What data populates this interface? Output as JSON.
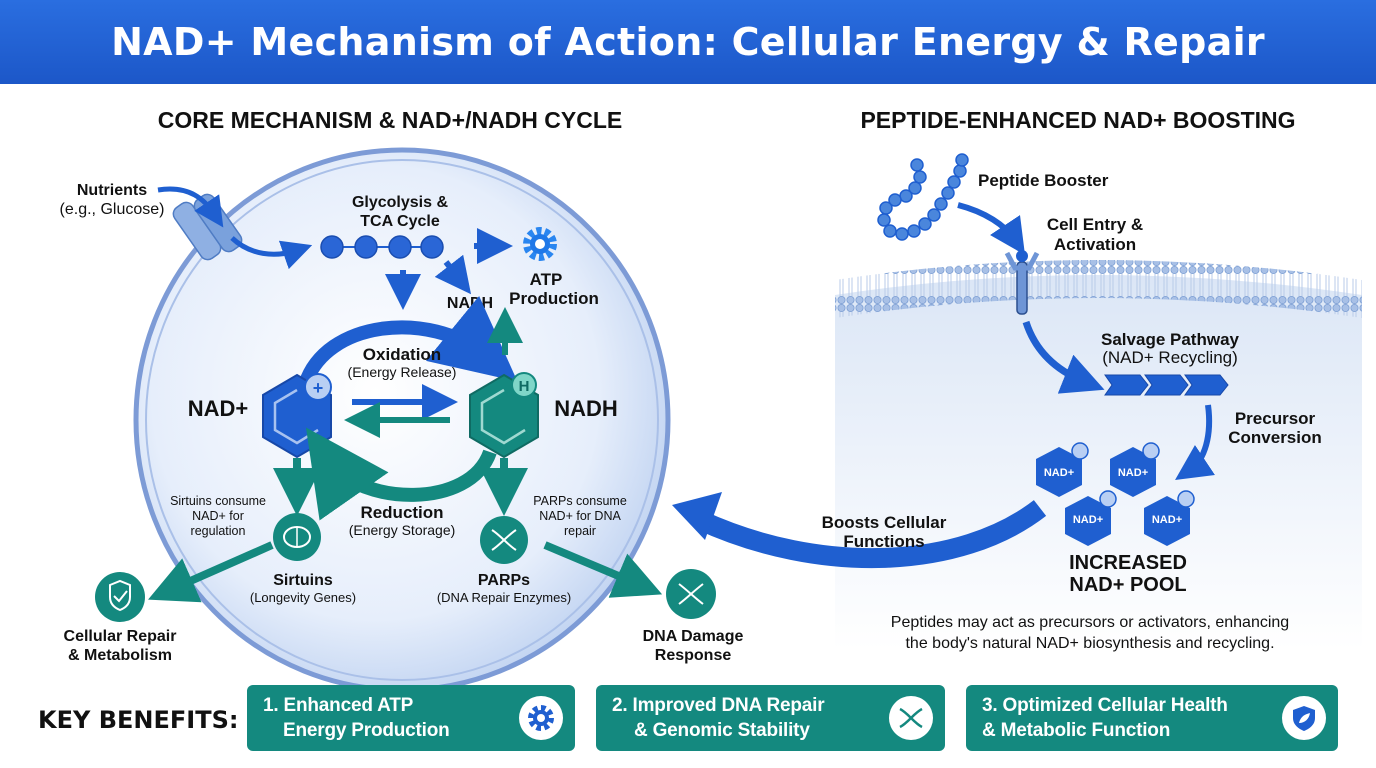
{
  "title": "NAD+ Mechanism of Action: Cellular Energy & Repair",
  "left": {
    "heading": "CORE MECHANISM & NAD+/NADH CYCLE",
    "nutrients": "Nutrients",
    "nutrients_sub": "(e.g., Glucose)",
    "glycolysis_1": "Glycolysis &",
    "glycolysis_2": "TCA Cycle",
    "atp_1": "ATP",
    "atp_2": "Production",
    "nadh_small": "NADH",
    "oxidation": "Oxidation",
    "oxidation_sub": "(Energy Release)",
    "nad_plus": "NAD+",
    "nadh": "NADH",
    "nad_badge": "+",
    "nadh_badge": "H",
    "reduction": "Reduction",
    "reduction_sub": "(Energy Storage)",
    "sirtuins_note_1": "Sirtuins consume",
    "sirtuins_note_2": "NAD+ for",
    "sirtuins_note_3": "regulation",
    "parps_note_1": "PARPs consume",
    "parps_note_2": "NAD+ for DNA",
    "parps_note_3": "repair",
    "sirtuins": "Sirtuins",
    "sirtuins_sub": "(Longevity Genes)",
    "parps": "PARPs",
    "parps_sub": "(DNA Repair Enzymes)",
    "repair_1": "Cellular Repair",
    "repair_2": "& Metabolism",
    "dna_1": "DNA Damage",
    "dna_2": "Response"
  },
  "right": {
    "heading": "PEPTIDE-ENHANCED NAD+ BOOSTING",
    "peptide": "Peptide Booster",
    "entry_1": "Cell Entry &",
    "entry_2": "Activation",
    "salvage": "Salvage Pathway",
    "salvage_sub": "(NAD+ Recycling)",
    "precursor_1": "Precursor",
    "precursor_2": "Conversion",
    "molecule": "NAD+",
    "pool_1": "INCREASED",
    "pool_2": "NAD+ POOL",
    "boosts_1": "Boosts Cellular",
    "boosts_2": "Functions",
    "note_1": "Peptides may act as precursors or activators, enhancing",
    "note_2": "the body's natural NAD+ biosynthesis and recycling."
  },
  "benefits": {
    "label": "KEY BENEFITS:",
    "items": [
      {
        "line1": "1. Enhanced ATP",
        "line2": "Energy Production",
        "icon": "gear-icon"
      },
      {
        "line1": "2. Improved DNA Repair",
        "line2": "& Genomic Stability",
        "icon": "dna-icon"
      },
      {
        "line1": "3. Optimized Cellular Health",
        "line2": "& Metabolic Function",
        "icon": "shield-leaf-icon"
      }
    ]
  },
  "colors": {
    "blue": "#1f5fd0",
    "teal": "#14897f",
    "header": "#1c57c8"
  }
}
